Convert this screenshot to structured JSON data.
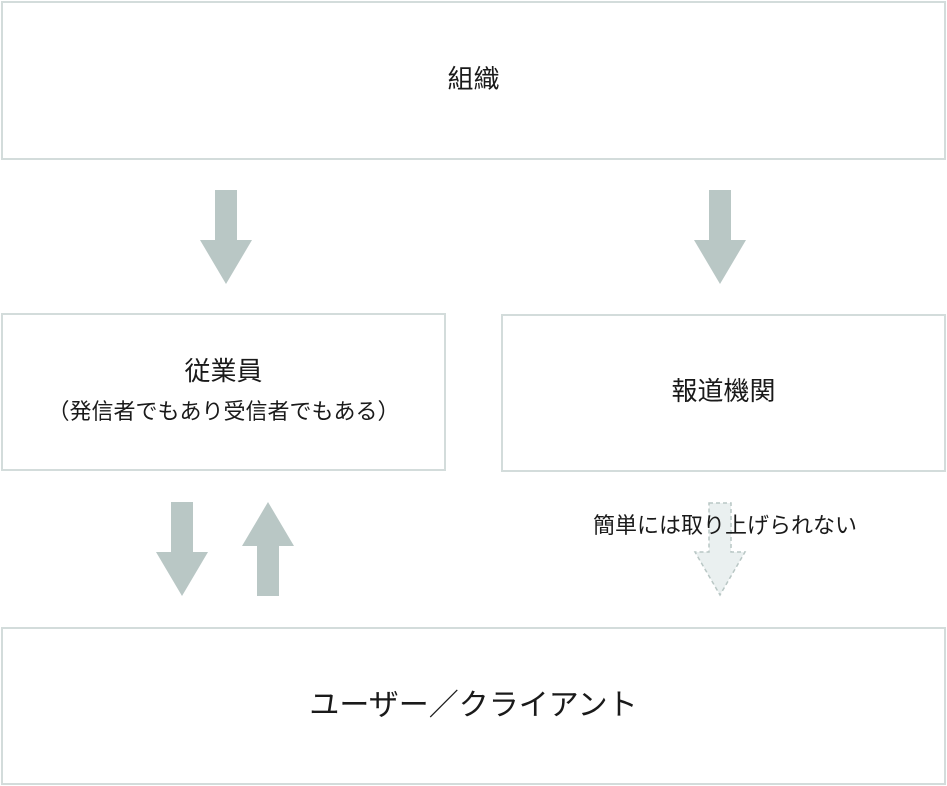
{
  "diagram": {
    "organization": {
      "label": "組織"
    },
    "employees": {
      "label": "従業員",
      "sublabel": "（発信者でもあり受信者でもある）"
    },
    "media": {
      "label": "報道機関"
    },
    "users": {
      "label": "ユーザー／クライアント"
    },
    "media_to_users_note": "簡単には取り上げられない"
  },
  "colors": {
    "box_border": "#d3dcdb",
    "arrow_fill": "#b9c7c5",
    "dashed_arrow_fill": "#eaf0f0",
    "dashed_arrow_stroke": "#b9c7c5",
    "text": "#1a1a1a"
  },
  "connections": [
    {
      "from": "organization",
      "to": "employees",
      "style": "solid"
    },
    {
      "from": "organization",
      "to": "media",
      "style": "solid"
    },
    {
      "from": "employees",
      "to": "users",
      "style": "solid"
    },
    {
      "from": "users",
      "to": "employees",
      "style": "solid"
    },
    {
      "from": "media",
      "to": "users",
      "style": "dashed"
    }
  ]
}
